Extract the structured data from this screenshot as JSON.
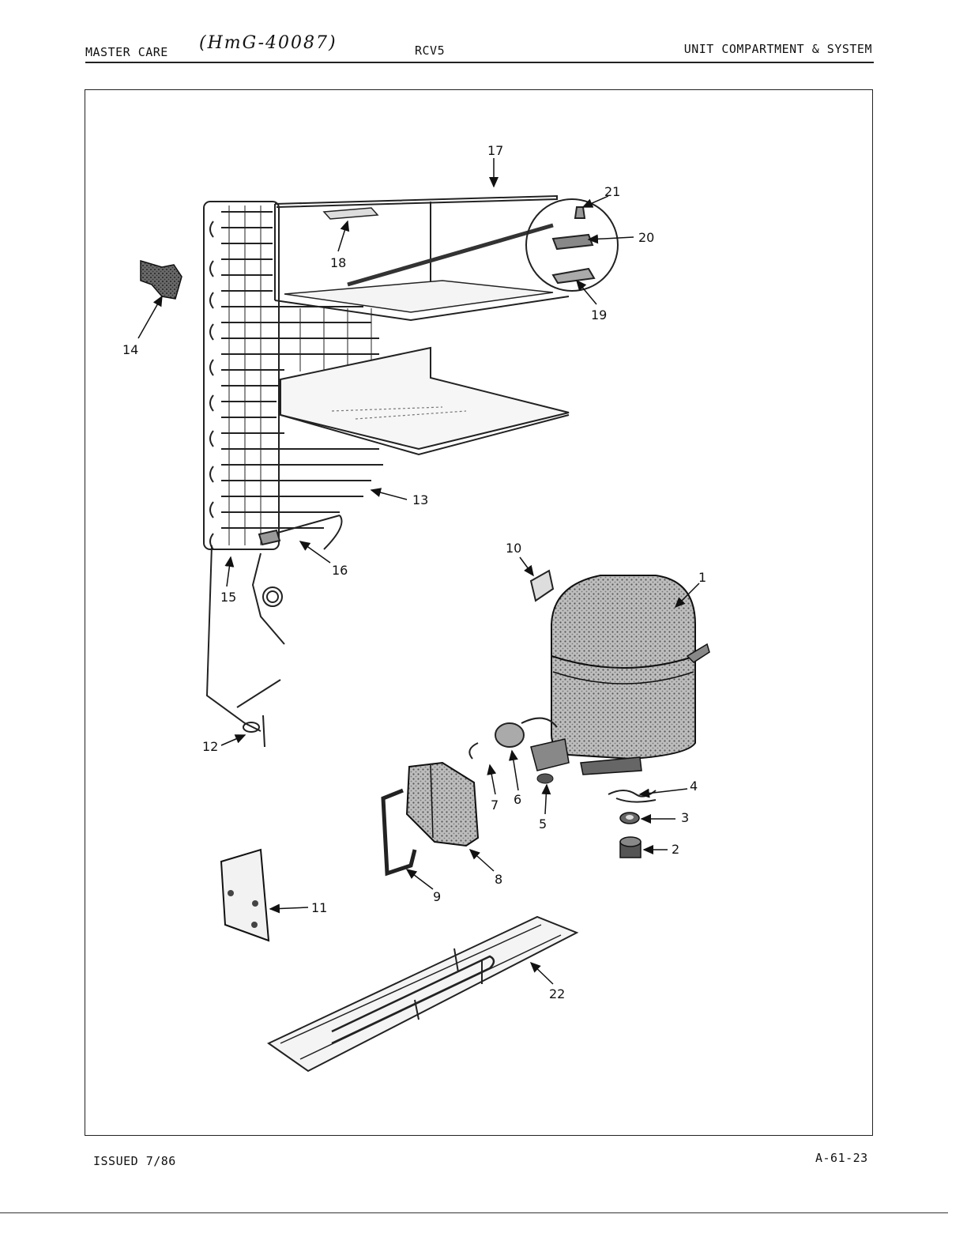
{
  "header": {
    "brand": "MASTER CARE",
    "handwritten_note": "(HmG-40087)",
    "model": "RCV5",
    "section": "UNIT COMPARTMENT & SYSTEM"
  },
  "footer": {
    "issued": "ISSUED 7/86",
    "page_ref": "A-61-23"
  },
  "callouts": [
    "1",
    "2",
    "3",
    "4",
    "5",
    "6",
    "7",
    "8",
    "9",
    "10",
    "11",
    "12",
    "13",
    "14",
    "15",
    "16",
    "17",
    "18",
    "19",
    "20",
    "21",
    "22"
  ]
}
